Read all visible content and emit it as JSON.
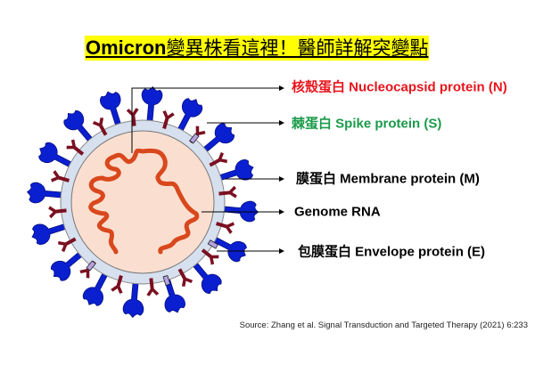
{
  "title": {
    "en": "Omicron",
    "zh": "變異株看這裡！醫師詳解突變點"
  },
  "labels": {
    "nucleocapsid": "核殼蛋白 Nucleocapsid protein (N)",
    "spike": "棘蛋白 Spike protein (S)",
    "membrane": "膜蛋白 Membrane protein (M)",
    "genome": "Genome RNA",
    "envelope": "包膜蛋白 Envelope protein (E)"
  },
  "source": "Source: Zhang et al. Signal Transduction and Targeted Therapy (2021) 6:233",
  "colors": {
    "nucleocapsid": "#e8141c",
    "spike": "#1a9a4a",
    "spike_protein": "#0a1fd0",
    "membrane_protein": "#7a1020",
    "envelope_protein": "#b6a2e0",
    "rna": "#d9481c",
    "core": "#fadfd0",
    "envelope": "#d6e0ee"
  }
}
